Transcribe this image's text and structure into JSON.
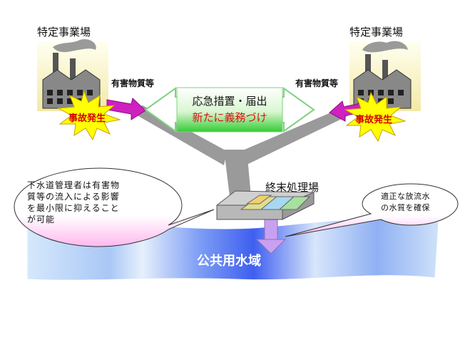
{
  "factories": {
    "left_label": "特定事業場",
    "right_label": "特定事業場",
    "left_hazard": "有害物質等",
    "right_hazard": "有害物質等",
    "left_accident": "事故発生",
    "right_accident": "事故発生"
  },
  "center": {
    "line1": "応急措置・届出",
    "line2": "新たに義務づけ"
  },
  "treatment_plant": {
    "label": "終末処理場"
  },
  "left_bubble": {
    "lines": [
      "下水道管理者は有害物",
      "質等の流入による影響",
      "を最小限に抑えること",
      "が可能"
    ]
  },
  "right_bubble": {
    "lines": [
      "適正な放流水",
      "の水質を確保"
    ]
  },
  "water": {
    "label": "公共用水域"
  },
  "colors": {
    "pipe": "#9a9a9a",
    "center_fill": "#22cc33",
    "center_border": "#7fd27f",
    "hazard_arrow": "#d020c0",
    "star": "#ffff00",
    "accident_text": "#d40000",
    "water_light": "#c8e0f8",
    "water_dark": "#5a7cf0",
    "bubble_pink": "#ffb0ec",
    "outflow_arrow": "#c9a0f0"
  }
}
